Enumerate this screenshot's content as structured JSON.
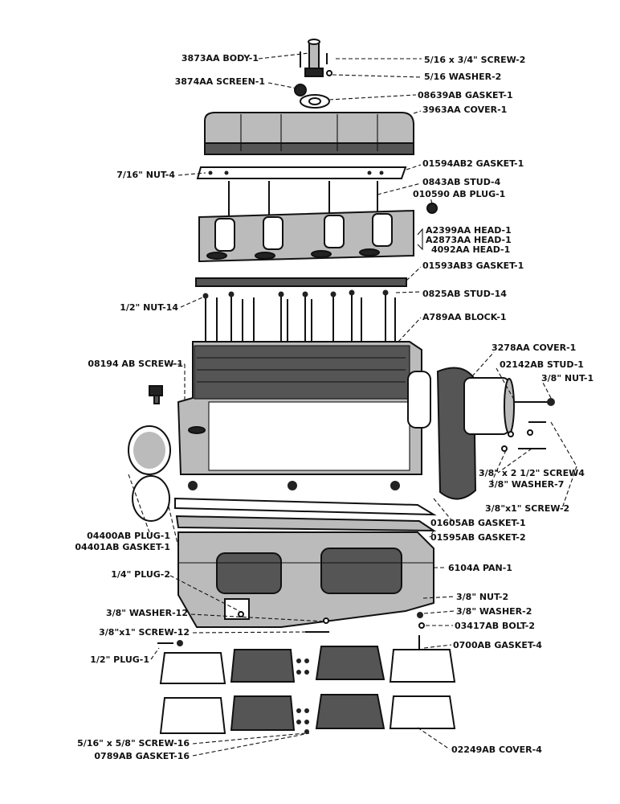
{
  "labels": [
    {
      "id": "body",
      "text": "3873AA BODY-1"
    },
    {
      "id": "screw2top",
      "text": "5/16 x 3/4\" SCREW-2"
    },
    {
      "id": "screen",
      "text": "3874AA SCREEN-1"
    },
    {
      "id": "washer2top",
      "text": "5/16 WASHER-2"
    },
    {
      "id": "gasket08639",
      "text": "08639AB GASKET-1"
    },
    {
      "id": "cover3963",
      "text": "3963AA COVER-1"
    },
    {
      "id": "gasket01594",
      "text": "01594AB2 GASKET-1"
    },
    {
      "id": "nut4",
      "text": "7/16\" NUT-4"
    },
    {
      "id": "stud4",
      "text": "0843AB STUD-4"
    },
    {
      "id": "plug010590",
      "text": "010590 AB PLUG-1"
    },
    {
      "id": "head1",
      "text": "A2399AA HEAD-1"
    },
    {
      "id": "head2",
      "text": "A2873AA HEAD-1"
    },
    {
      "id": "head3",
      "text": "4092AA HEAD-1"
    },
    {
      "id": "gasket01593",
      "text": "01593AB3 GASKET-1"
    },
    {
      "id": "stud14",
      "text": "0825AB STUD-14"
    },
    {
      "id": "nut14",
      "text": "1/2\" NUT-14"
    },
    {
      "id": "block",
      "text": "A789AA BLOCK-1"
    },
    {
      "id": "cover3278",
      "text": "3278AA COVER-1"
    },
    {
      "id": "screw08194",
      "text": "08194 AB SCREW-1"
    },
    {
      "id": "stud02142",
      "text": "02142AB STUD-1"
    },
    {
      "id": "nut1",
      "text": "3/8\" NUT-1"
    },
    {
      "id": "screw4",
      "text": "3/8\" x 2 1/2\" SCREW4"
    },
    {
      "id": "washer7",
      "text": "3/8\" WASHER-7"
    },
    {
      "id": "screw2mid",
      "text": "3/8\"x1\" SCREW-2"
    },
    {
      "id": "plug04400",
      "text": "04400AB PLUG-1"
    },
    {
      "id": "gasket04401",
      "text": "04401AB GASKET-1"
    },
    {
      "id": "gasket01605",
      "text": "01605AB GASKET-1"
    },
    {
      "id": "gasket01595",
      "text": "01595AB GASKET-2"
    },
    {
      "id": "plug2",
      "text": "1/4\" PLUG-2"
    },
    {
      "id": "pan",
      "text": "6104A PAN-1"
    },
    {
      "id": "washer12",
      "text": "3/8\" WASHER-12"
    },
    {
      "id": "nut2",
      "text": "3/8\" NUT-2"
    },
    {
      "id": "screw12",
      "text": "3/8\"x1\" SCREW-12"
    },
    {
      "id": "washer2low",
      "text": "3/8\" WASHER-2"
    },
    {
      "id": "bolt2",
      "text": "03417AB BOLT-2"
    },
    {
      "id": "gasket0700",
      "text": "0700AB GASKET-4"
    },
    {
      "id": "plug1",
      "text": "1/2\" PLUG-1"
    },
    {
      "id": "screw16",
      "text": "5/16\" x 5/8\" SCREW-16"
    },
    {
      "id": "gasket0789",
      "text": "0789AB GASKET-16"
    },
    {
      "id": "cover02249",
      "text": "02249AB COVER-4"
    }
  ]
}
